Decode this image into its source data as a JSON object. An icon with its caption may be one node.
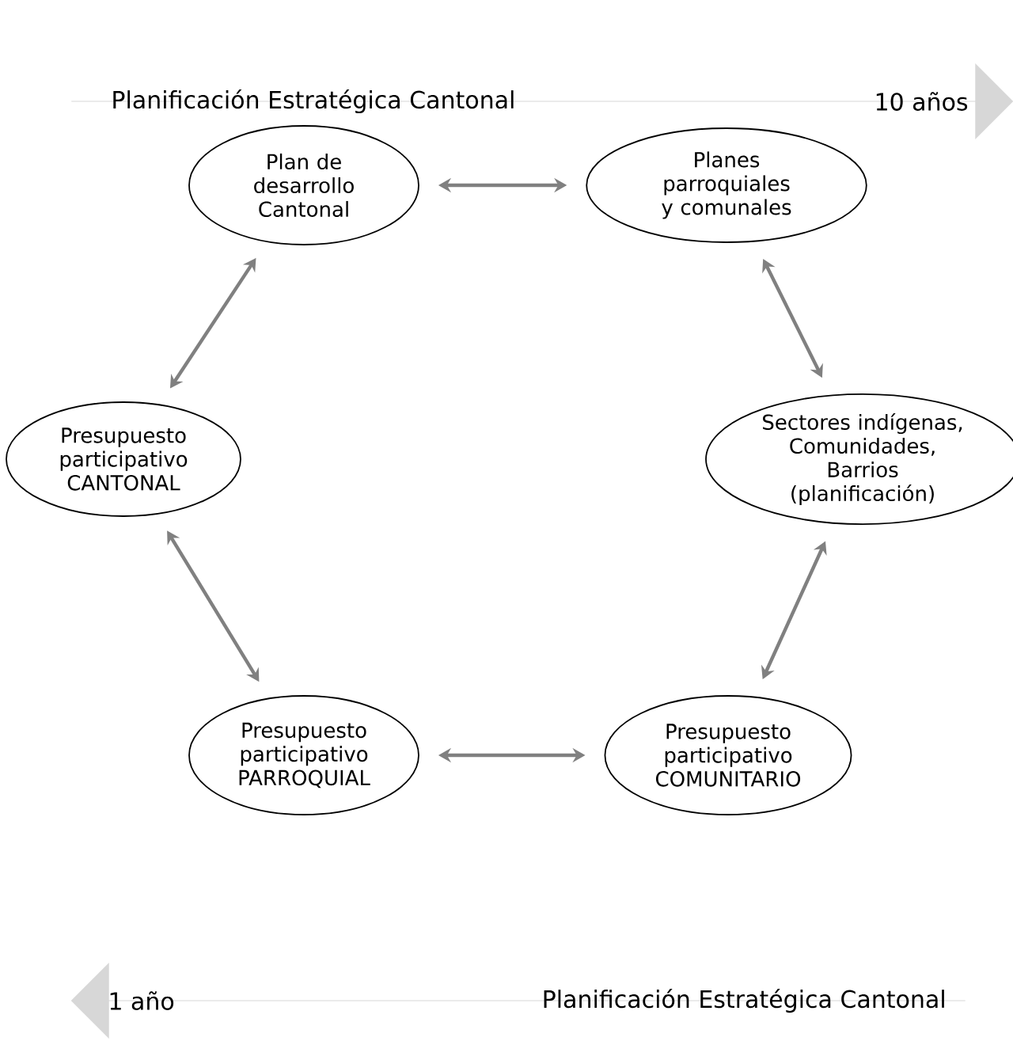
{
  "diagram": {
    "nodes": [
      {
        "text": [
          "Planificación Estratégica Cantonal",
          "10 años"
        ]
      },
      {
        "text": [
          "Plan de desarrollo Cantonal"
        ]
      },
      {
        "text": [
          "Planes parroquiales y comunales"
        ]
      },
      {
        "text": [
          "Presupuesto participativo CANTONAL"
        ]
      },
      {
        "text": [
          "Sectores indígenas, Comunidades, Barrios (planificación)"
        ]
      },
      {
        "text": [
          "Presupuesto participativo PARROQUIAL"
        ]
      },
      {
        "text": [
          "Presupuesto participativo COMUNITARIO"
        ]
      },
      {
        "text": [
          "1 año",
          "Planificación Estratégica Cantonal"
        ]
      }
    ],
    "edges": [
      {
        "from": 1,
        "to": 2,
        "arrow": "both"
      },
      {
        "from": 1,
        "to": 3,
        "arrow": "both"
      },
      {
        "from": 2,
        "to": 4,
        "arrow": "both"
      },
      {
        "from": 3,
        "to": 5,
        "arrow": "both"
      },
      {
        "from": 4,
        "to": 6,
        "arrow": "both"
      },
      {
        "from": 5,
        "to": 6,
        "arrow": "both"
      }
    ]
  }
}
